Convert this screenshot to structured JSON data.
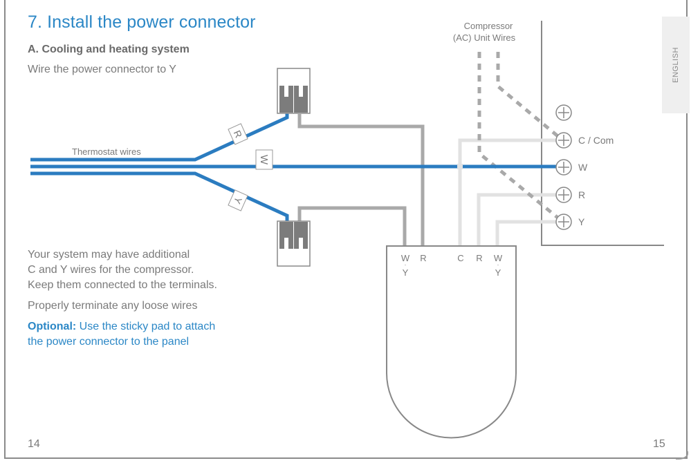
{
  "page": {
    "title": "7. Install the power connector",
    "subtitle": "A. Cooling and heating system",
    "instruction": "Wire the power connector to Y",
    "note_lines": [
      "Your system may have additional",
      "C and Y wires for the compressor.",
      "Keep them connected to the terminals."
    ],
    "terminate": "Properly terminate any loose wires",
    "optional_label": "Optional:",
    "optional_text_line1": " Use the sticky pad to attach",
    "optional_text_line2": "the power connector to the panel",
    "page_left": "14",
    "page_right": "15",
    "language_tab": "ENGLISH"
  },
  "diagram": {
    "thermostat_wires_label": "Thermostat wires",
    "wire_tags": {
      "r": "R",
      "w": "W",
      "y": "Y"
    },
    "compressor_label_line1": "Compressor",
    "compressor_label_line2": "(AC) Unit Wires",
    "terminals": [
      {
        "id": "blank",
        "label": ""
      },
      {
        "id": "c",
        "label": "C / Com"
      },
      {
        "id": "w",
        "label": "W"
      },
      {
        "id": "r",
        "label": "R"
      },
      {
        "id": "y",
        "label": "Y"
      }
    ],
    "power_connector_terminals": {
      "left_wy_top": "W",
      "left_wy_bottom": "Y",
      "left_r": "R",
      "right_c": "C",
      "right_r": "R",
      "right_wy_top": "W",
      "right_wy_bottom": "Y"
    },
    "colors": {
      "wire_blue": "#2b7cc0",
      "wire_gray": "#a9a9a9",
      "wire_light": "#e2e2e2",
      "outline": "#888888",
      "accent_text": "#2b87c6"
    }
  }
}
